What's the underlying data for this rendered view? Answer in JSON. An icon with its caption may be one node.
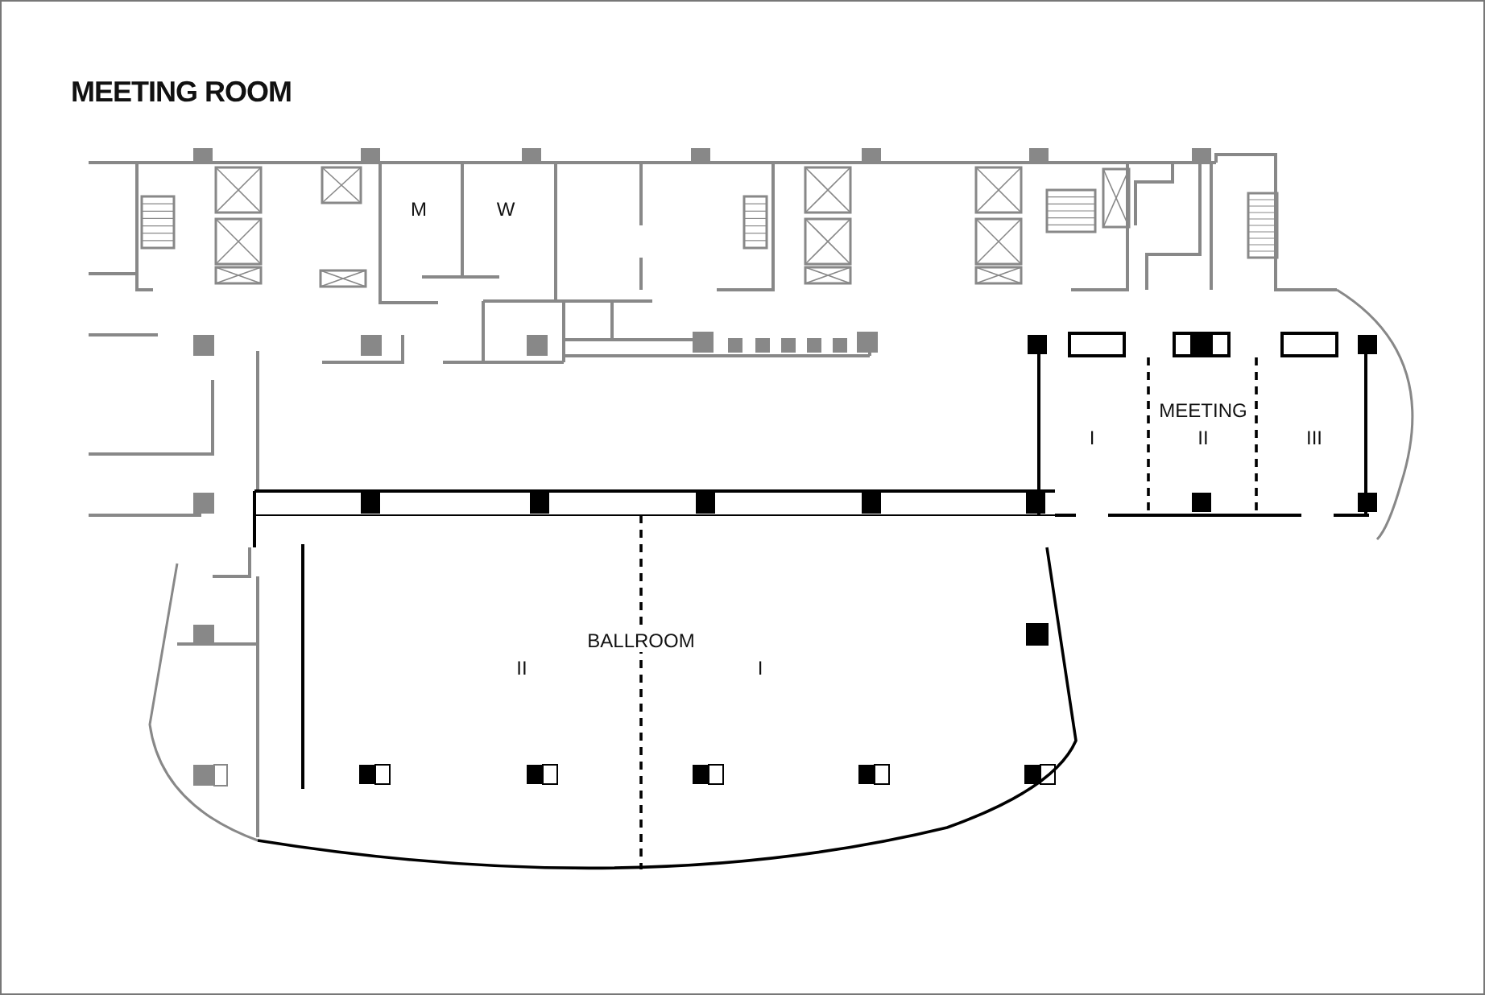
{
  "diagram": {
    "title": "MEETING ROOM",
    "labels": [
      "M",
      "W",
      "MEETING",
      "I",
      "II",
      "III",
      "BALLROOM",
      "II",
      "I"
    ]
  }
}
